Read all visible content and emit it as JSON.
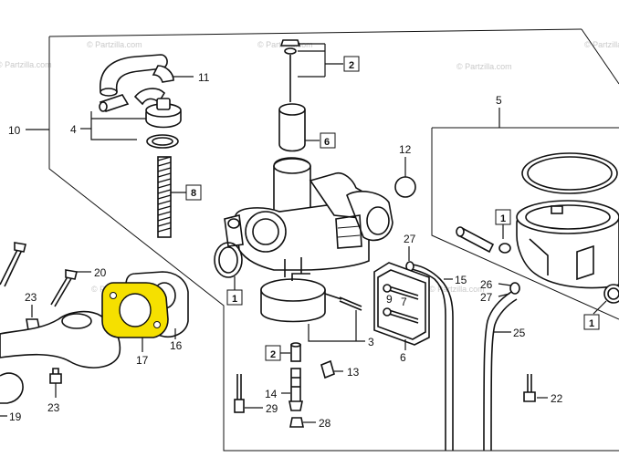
{
  "diagram": {
    "watermark": "© Partzilla.com",
    "highlight_color": "#f5e000",
    "callouts": {
      "c1": "1",
      "c2": "2",
      "c3": "3",
      "c4": "4",
      "c5": "5",
      "c6": "6",
      "c7": "7",
      "c8": "8",
      "c9": "9",
      "c10": "10",
      "c11": "11",
      "c12": "12",
      "c13": "13",
      "c14": "14",
      "c15": "15",
      "c16": "16",
      "c17": "17",
      "c19": "19",
      "c20": "20",
      "c22": "22",
      "c23": "23",
      "c25": "25",
      "c26": "26",
      "c27": "27",
      "c28": "28",
      "c29": "29"
    }
  }
}
